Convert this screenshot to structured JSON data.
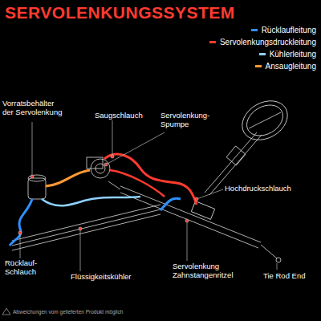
{
  "diagram": {
    "title": "SERVOLENKUNGSSYSTEM",
    "labels": [
      "Vorratsbehälter der Servolenkung",
      "Saugschlauch",
      "Servolenkung- Spumpe",
      "Hochdruckschlauch",
      "Rücklauf- Schlauch",
      "Flüssigkeitskühler",
      "Servolenkung Zahnstangenritzel",
      "Tie Rod End",
      "Abweichungen vom gelieferten Produkt möglich"
    ],
    "legend": [
      {
        "text": "Rücklaufleitung",
        "color": "#2f8fff"
      },
      {
        "text": "Servolenkungsdruckleitung",
        "color": "#ff3b2f"
      },
      {
        "text": "Kühlerleitung",
        "color": "#8fd0ff"
      },
      {
        "text": "Ansaugleitung",
        "color": "#ff9933"
      }
    ]
  }
}
